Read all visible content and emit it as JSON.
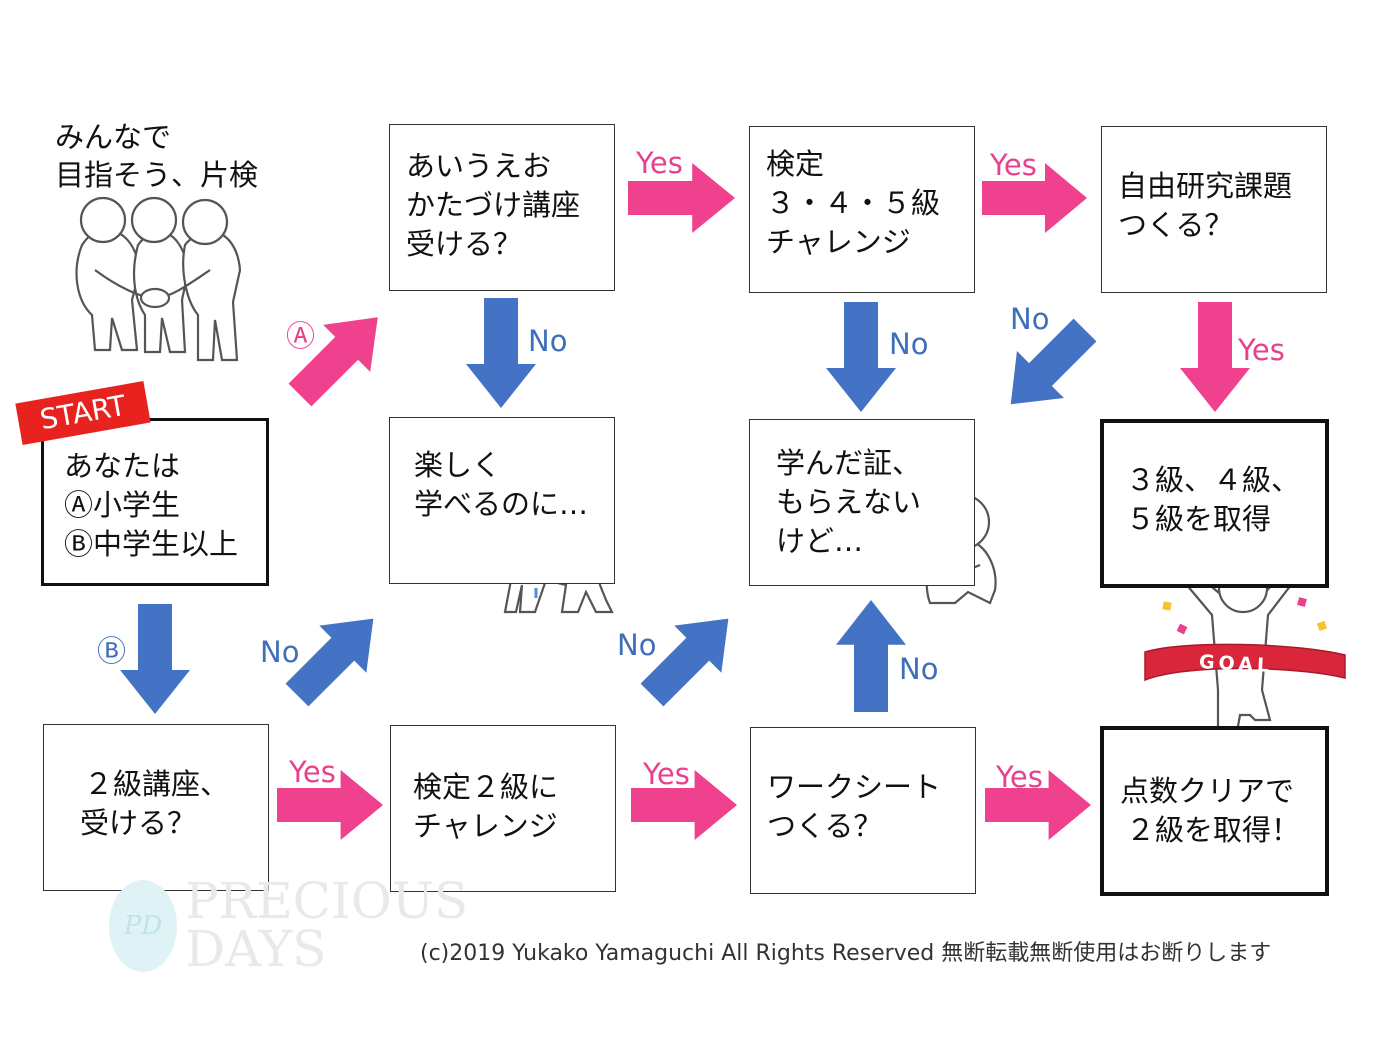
{
  "intro": {
    "lines": [
      "みんなで",
      "目指そう、片検"
    ]
  },
  "start_badge": "START",
  "boxes": {
    "start": [
      "あなたは",
      "Ⓐ小学生",
      "Ⓑ中学生以上"
    ],
    "aiueo_course": [
      "あいうえお",
      "かたづけ講座",
      "受ける？"
    ],
    "kentei_345": [
      "検定",
      "３・４・５級",
      "チャレンジ"
    ],
    "jiyu_kenkyu": [
      "自由研究課題",
      "つくる？"
    ],
    "tanoshiku": [
      "楽しく",
      "学べるのに…"
    ],
    "manabi_akashi": [
      "学んだ証、",
      "もらえない",
      "けど…"
    ],
    "result_345": [
      "３級、４級、",
      "５級を取得"
    ],
    "kyu2_course": [
      "２級講座、",
      "受ける？"
    ],
    "kentei_2": [
      "検定２級に",
      "チャレンジ"
    ],
    "worksheet": [
      "ワークシート",
      "つくる？"
    ],
    "result_2": [
      "点数クリアで",
      "２級を取得！"
    ]
  },
  "arrow_labels": {
    "a": "Ⓐ",
    "b": "Ⓑ",
    "yes": "Yes",
    "no": "No"
  },
  "goal_tape": "GOAL",
  "copyright": "(c)2019 Yukako Yamaguchi All Rights Reserved  無断転載無断使用はお断りします",
  "watermark": {
    "line1": "PRECIOUS",
    "line2": "DAYS",
    "monogram": "PD"
  },
  "colors": {
    "yes_arrow": "#f0418f",
    "no_arrow": "#4472c4",
    "start_badge": "#e8231f"
  }
}
